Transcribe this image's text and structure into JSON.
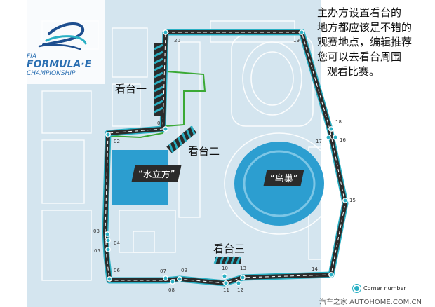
{
  "note_lines": [
    "主办方设置看台的",
    "地方都应该是不错的",
    "观赛地点，编辑推荐",
    "您可以去看台周围",
    "观看比赛。"
  ],
  "stands": {
    "one": "看台一",
    "two": "看台二",
    "three": "看台三"
  },
  "venues": {
    "water_cube": "“水立方”",
    "birds_nest": "“鸟巢”"
  },
  "logo": {
    "line1": "FIA",
    "line2": "FORMULA·E",
    "line3": "CHAMPIONSHIP"
  },
  "corners": [
    "01",
    "02",
    "03",
    "04",
    "05",
    "06",
    "07",
    "08",
    "09",
    "10",
    "11",
    "12",
    "13",
    "14",
    "15",
    "16",
    "17",
    "18",
    "19",
    "20"
  ],
  "legend": {
    "label": "Corner number"
  },
  "watermark": "汽车之家 AUTOHOME.COM.CN",
  "colors": {
    "track": "#2b2b2b",
    "accent": "#2ab0c4",
    "pit_lane": "#3aa935",
    "venue_blue": "#2c9ed0",
    "map_bg": "#d4e5ef"
  }
}
